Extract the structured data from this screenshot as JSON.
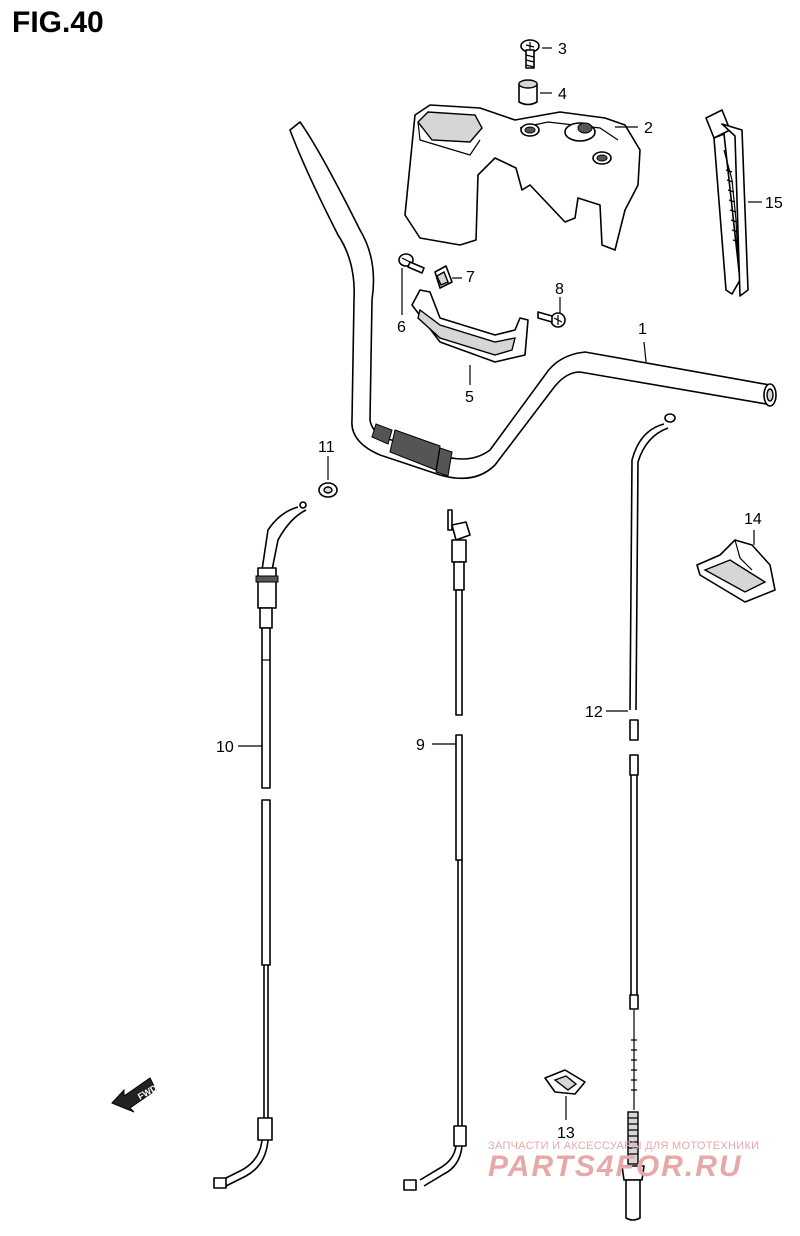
{
  "figure": {
    "title": "FIG.40"
  },
  "labels": [
    {
      "id": "1",
      "text": "1"
    },
    {
      "id": "2",
      "text": "2"
    },
    {
      "id": "3",
      "text": "3"
    },
    {
      "id": "4",
      "text": "4"
    },
    {
      "id": "5",
      "text": "5"
    },
    {
      "id": "6",
      "text": "6"
    },
    {
      "id": "7",
      "text": "7"
    },
    {
      "id": "8",
      "text": "8"
    },
    {
      "id": "9",
      "text": "9"
    },
    {
      "id": "10",
      "text": "10"
    },
    {
      "id": "11",
      "text": "11"
    },
    {
      "id": "12",
      "text": "12"
    },
    {
      "id": "13",
      "text": "13"
    },
    {
      "id": "14",
      "text": "14"
    },
    {
      "id": "15",
      "text": "15"
    }
  ],
  "fwd_arrow": {
    "text": "FWD",
    "icon": "fwd-arrow-icon"
  },
  "watermark": {
    "subtitle": "ЗАПЧАСТИ И АКСЕССУАРЫ ДЛЯ МОТОТЕХНИКИ",
    "logo": "PARTS4FOR.RU",
    "color": "#e6a8a8"
  }
}
